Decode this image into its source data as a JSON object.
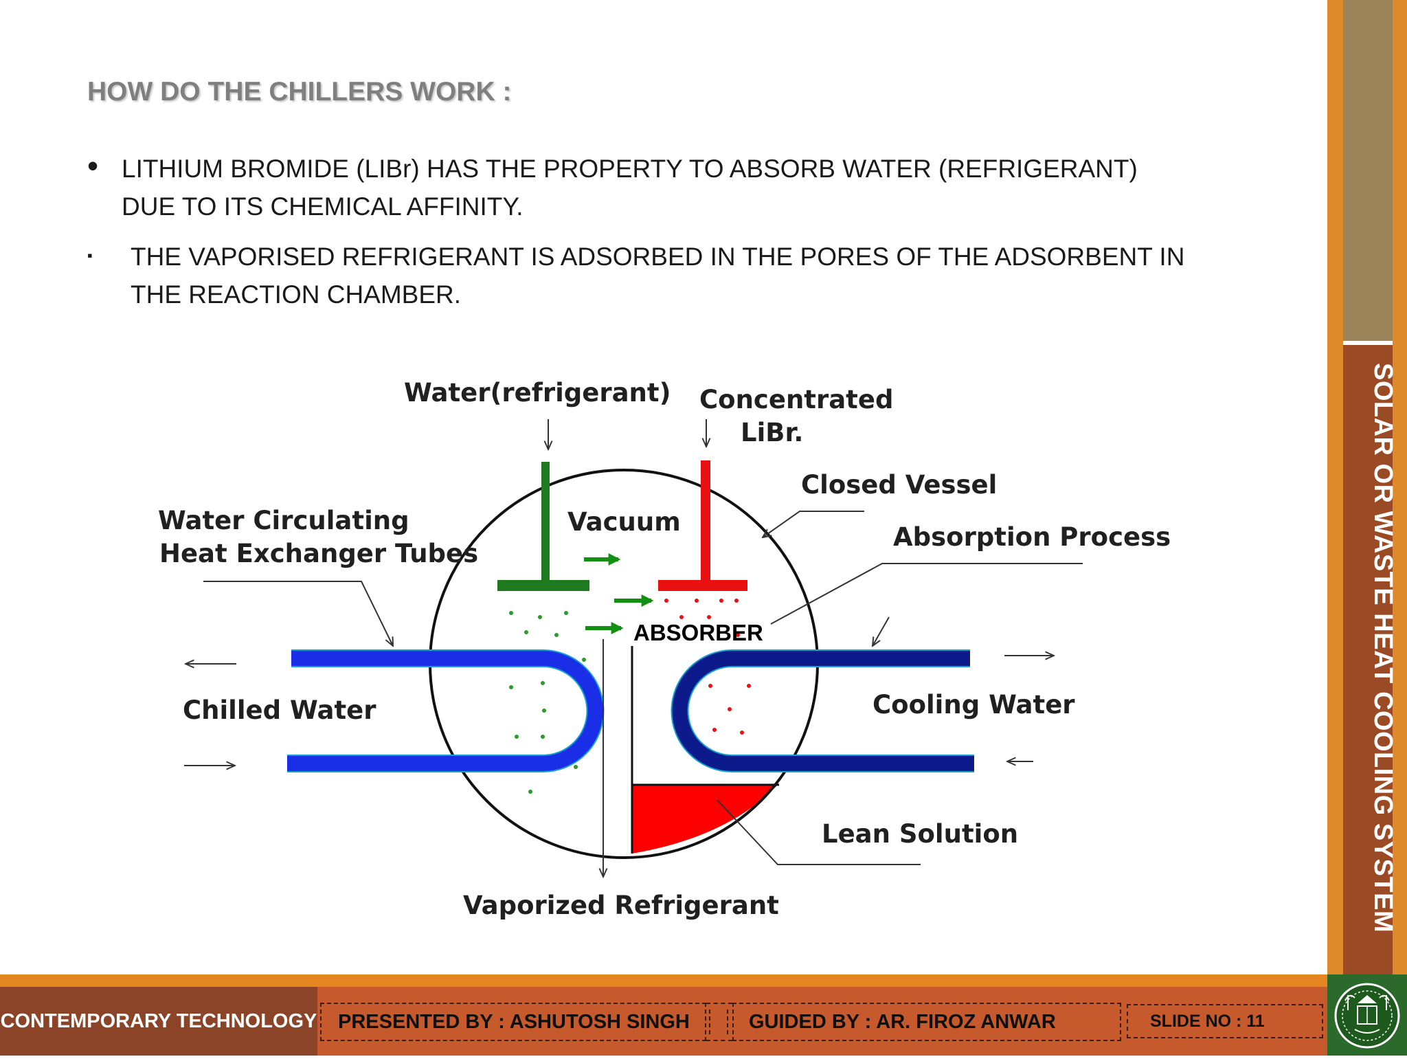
{
  "slide": {
    "title": "HOW DO THE CHILLERS WORK :",
    "bullets": [
      {
        "marker": "•",
        "text": "LITHIUM BROMIDE (LIBr) HAS THE PROPERTY TO ABSORB WATER (REFRIGERANT) DUE TO ITS CHEMICAL AFFINITY."
      },
      {
        "marker": "▪",
        "text": "THE VAPORISED REFRIGERANT IS ADSORBED IN THE PORES OF THE ADSORBENT IN THE REACTION CHAMBER."
      }
    ]
  },
  "diagram": {
    "labels": {
      "water_refrigerant": "Water(refrigerant)",
      "concentrated_1": "Concentrated",
      "concentrated_2": "LiBr.",
      "closed_vessel": "Closed Vessel",
      "water_circ_1": "Water Circulating",
      "water_circ_2": "Heat Exchanger Tubes",
      "vacuum": "Vacuum",
      "absorption_process": "Absorption Process",
      "absorber": "ABSORBER",
      "chilled_water": "Chilled Water",
      "cooling_water": "Cooling Water",
      "lean_solution": "Lean Solution",
      "vaporized_refrigerant": "Vaporized Refrigerant"
    },
    "colors": {
      "water_pipe": "#1f7a1f",
      "libr_pipe": "#e81010",
      "chilled_tube": "#1a2ee8",
      "cooling_tube": "#0c1a8c",
      "lean_solution": "#ff0000",
      "arrow_green": "#129012"
    }
  },
  "sidebar": {
    "title": "SOLAR OR WASTE HEAT COOLING SYSTEM"
  },
  "footer": {
    "category": "CONTEMPORARY TECHNOLOGY",
    "presented_by": "PRESENTED BY : ASHUTOSH SINGH",
    "guided_by": "GUIDED BY : AR. FIROZ ANWAR",
    "slide_no": "SLIDE NO : 11"
  }
}
